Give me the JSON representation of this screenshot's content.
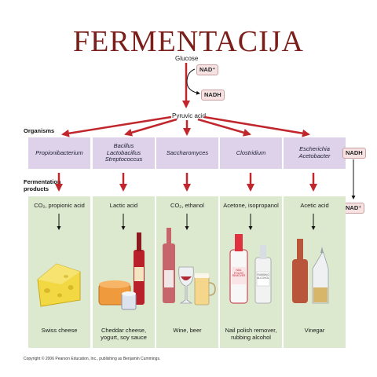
{
  "title": "FERMENTACIJA",
  "glucose": "Glucose",
  "nad_plus": "NAD⁺",
  "nadh": "NADH",
  "pyruvic_acid": "Pyruvic acid",
  "organisms_label": "Organisms",
  "fermentation_label": [
    "Fermentation",
    "products"
  ],
  "columns": [
    {
      "organism": [
        "Propionibacterium"
      ],
      "product": "CO₂, propionic acid",
      "final": [
        "Swiss cheese"
      ]
    },
    {
      "organism": [
        "Bacillus",
        "Lactobacillus",
        "Streptococcus"
      ],
      "product": "Lactic acid",
      "final": [
        "Cheddar cheese,",
        "yogurt, soy sauce"
      ]
    },
    {
      "organism": [
        "Saccharomyces"
      ],
      "product": "CO₂, ethanol",
      "final": [
        "Wine, beer"
      ]
    },
    {
      "organism": [
        "Clostridium"
      ],
      "product": "Acetone, isopropanol",
      "final": [
        "Nail polish remover,",
        "rubbing alcohol"
      ]
    },
    {
      "organism": [
        "Escherichia",
        "Acetobacter"
      ],
      "product": "Acetic acid",
      "final": [
        "Vinegar"
      ]
    }
  ],
  "side_nadh": "NADH",
  "side_nad_plus": "NAD⁺",
  "bottle_labels": {
    "nail_polish": "NAIL POLISH REMOVER",
    "rubbing": "RUBBING ALCOHOL"
  },
  "copyright": "Copyright © 2006 Pearson Education, Inc., publishing as Benjamin Cummings.",
  "colors": {
    "title": "#7a1f1a",
    "arrow": "#c0262b",
    "organism_box": "#ddd2ea",
    "product_panel": "#dce9cf",
    "nad_box": "#f6e2e2"
  }
}
